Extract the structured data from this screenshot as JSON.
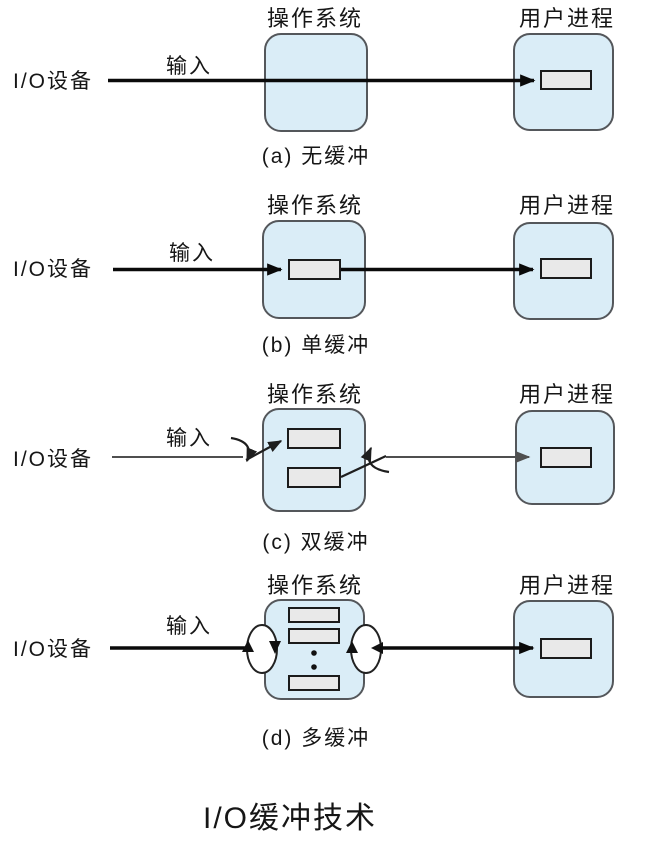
{
  "title": "I/O缓冲技术",
  "labels": {
    "os": "操作系统",
    "user": "用户进程",
    "device": "I/O设备",
    "input": "输入"
  },
  "panels": [
    {
      "id": "a",
      "caption": "(a) 无缓冲",
      "os_buffer_count": "0",
      "user_buffer_count": "1"
    },
    {
      "id": "b",
      "caption": "(b) 单缓冲",
      "os_buffer_count": "1",
      "user_buffer_count": "1"
    },
    {
      "id": "c",
      "caption": "(c) 双缓冲",
      "os_buffer_count": "2",
      "user_buffer_count": "1"
    },
    {
      "id": "d",
      "caption": "(d) 多缓冲",
      "os_buffer_count": "n",
      "user_buffer_count": "1"
    }
  ],
  "colors": {
    "box_fill": "#daedf7",
    "box_border": "#54575b",
    "buffer_fill": "#e9e9e9",
    "buffer_border": "#1b1b1b",
    "arrow": "#0a0a0a",
    "thin_line": "#4f4f4f"
  }
}
